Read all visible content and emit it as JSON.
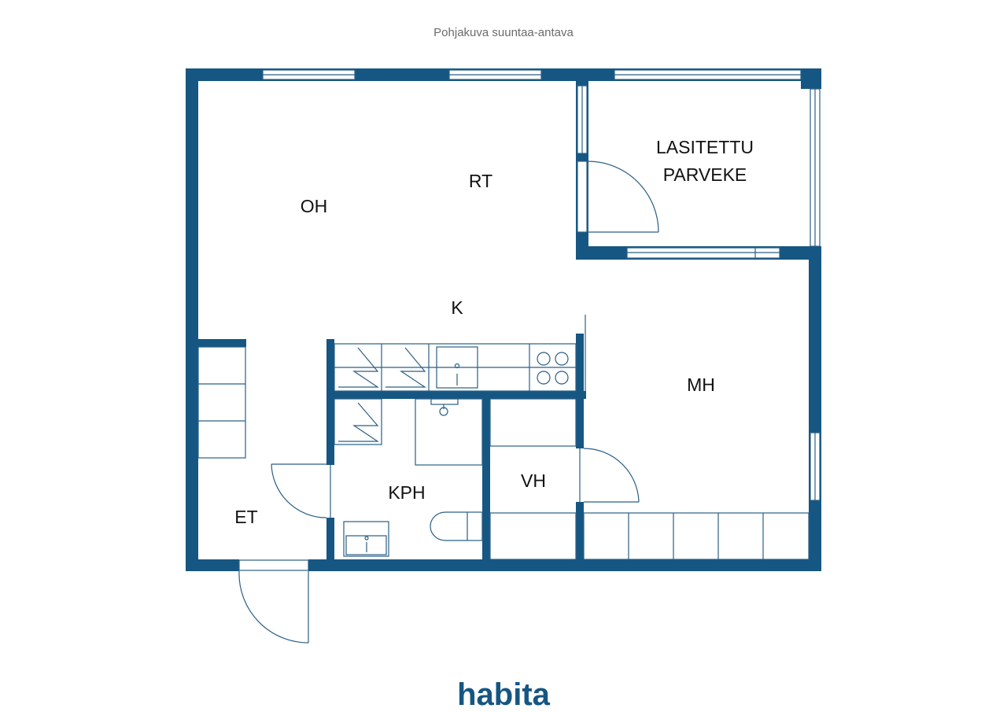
{
  "subtitle": "Pohjakuva suuntaa-antava",
  "rooms": {
    "oh": "OH",
    "rt": "RT",
    "k": "K",
    "balcony_line1": "LASITETTU",
    "balcony_line2": "PARVEKE",
    "mh": "MH",
    "et": "ET",
    "kph": "KPH",
    "vh": "VH"
  },
  "logo": "habita",
  "colors": {
    "wall": "#165682",
    "line": "#2a5f86",
    "text": "#111111",
    "logo": "#165682"
  }
}
